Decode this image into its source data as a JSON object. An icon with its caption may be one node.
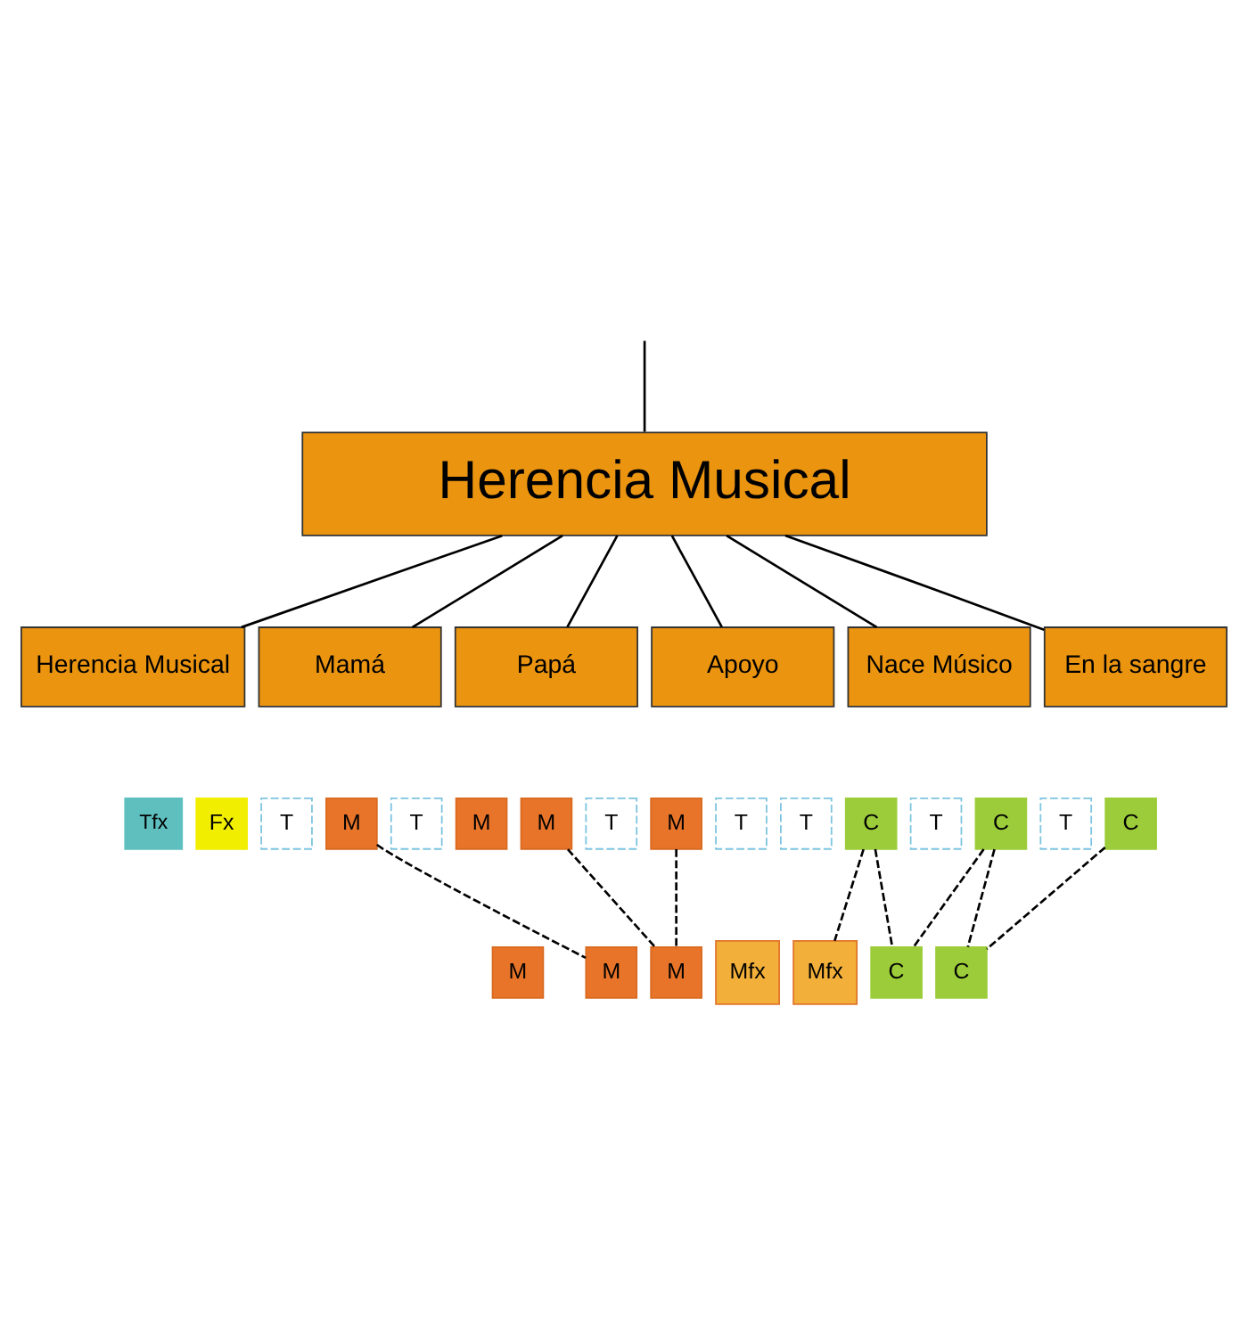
{
  "diagram": {
    "nodes": [
      {
        "text": [
          "Herencia Musical"
        ]
      },
      {
        "text": [
          "Herencia Musical"
        ]
      },
      {
        "text": [
          "Mamá"
        ]
      },
      {
        "text": [
          "Papá"
        ]
      },
      {
        "text": [
          "Apoyo"
        ]
      },
      {
        "text": [
          "Nace Músico"
        ]
      },
      {
        "text": [
          "En la sangre"
        ]
      },
      {
        "text": [
          "Tfx"
        ]
      },
      {
        "text": [
          "Fx"
        ]
      },
      {
        "text": [
          "T"
        ]
      },
      {
        "text": [
          "M"
        ]
      },
      {
        "text": [
          "T"
        ]
      },
      {
        "text": [
          "M"
        ]
      },
      {
        "text": [
          "M"
        ]
      },
      {
        "text": [
          "T"
        ]
      },
      {
        "text": [
          "M"
        ]
      },
      {
        "text": [
          "T"
        ]
      },
      {
        "text": [
          "T"
        ]
      },
      {
        "text": [
          "C"
        ]
      },
      {
        "text": [
          "T"
        ]
      },
      {
        "text": [
          "C"
        ]
      },
      {
        "text": [
          "T"
        ]
      },
      {
        "text": [
          "C"
        ]
      },
      {
        "text": [
          "M"
        ]
      },
      {
        "text": [
          "M"
        ]
      },
      {
        "text": [
          "M"
        ]
      },
      {
        "text": [
          "Mfx"
        ]
      },
      {
        "text": [
          "Mfx"
        ]
      },
      {
        "text": [
          "C"
        ]
      },
      {
        "text": [
          "C"
        ]
      }
    ],
    "edges": [
      {
        "from": null,
        "to": 0,
        "arrow": "none"
      },
      {
        "from": 0,
        "to": 1,
        "arrow": "none"
      },
      {
        "from": 0,
        "to": 2,
        "arrow": "none"
      },
      {
        "from": 0,
        "to": 3,
        "arrow": "none"
      },
      {
        "from": 0,
        "to": 4,
        "arrow": "none"
      },
      {
        "from": 0,
        "to": 5,
        "arrow": "none"
      },
      {
        "from": 0,
        "to": 6,
        "arrow": "none"
      },
      {
        "from": 10,
        "to": 24,
        "arrow": "none",
        "style": "dashed"
      },
      {
        "from": 13,
        "to": 25,
        "arrow": "none",
        "style": "dashed"
      },
      {
        "from": 15,
        "to": 25,
        "arrow": "none",
        "style": "dashed"
      },
      {
        "from": 18,
        "to": 27,
        "arrow": "none",
        "style": "dashed"
      },
      {
        "from": 18,
        "to": 28,
        "arrow": "none",
        "style": "dashed"
      },
      {
        "from": 20,
        "to": 28,
        "arrow": "none",
        "style": "dashed"
      },
      {
        "from": 20,
        "to": 29,
        "arrow": "none",
        "style": "dashed"
      },
      {
        "from": 22,
        "to": 29,
        "arrow": "none",
        "style": "dashed"
      }
    ]
  }
}
